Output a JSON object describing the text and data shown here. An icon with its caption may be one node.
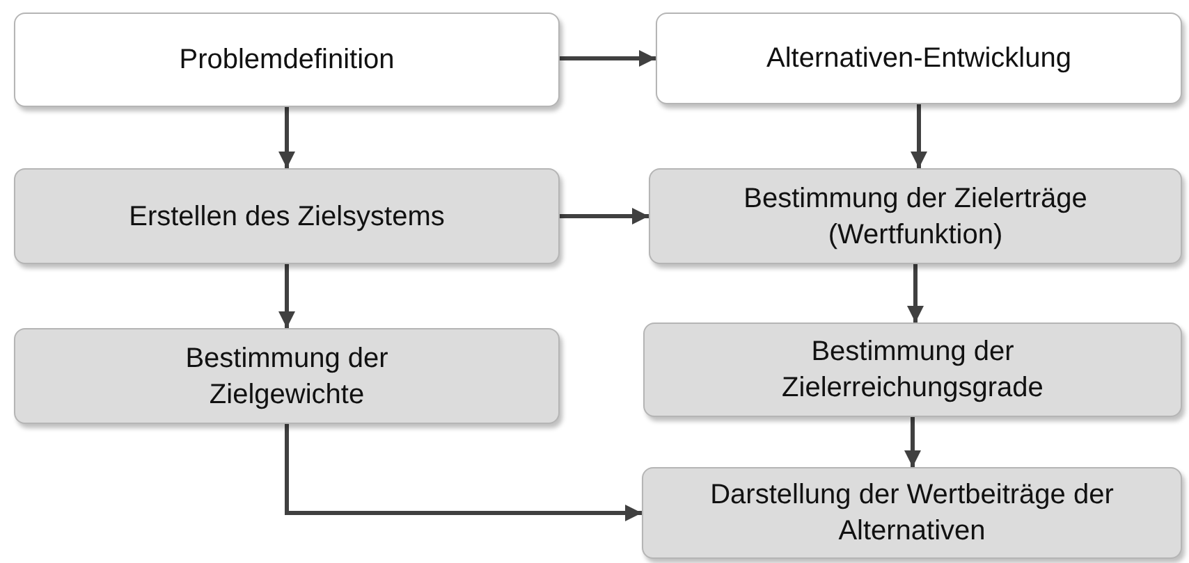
{
  "diagram": {
    "nodes": [
      {
        "text": [
          "Problemdefinition"
        ]
      },
      {
        "text": [
          "Alternativen-Entwicklung"
        ]
      },
      {
        "text": [
          "Erstellen des Zielsystems"
        ]
      },
      {
        "text": [
          "Bestimmung der Zielerträge (Wertfunktion)"
        ]
      },
      {
        "text": [
          "Bestimmung der Zielgewichte"
        ]
      },
      {
        "text": [
          "Bestimmung der Zielerreichungsgrade"
        ]
      },
      {
        "text": [
          "Darstellung der Wertbeiträge der Alternativen"
        ]
      }
    ],
    "edges": [
      {
        "from": 0,
        "to": 1,
        "arrow": "to"
      },
      {
        "from": 0,
        "to": 2,
        "arrow": "to"
      },
      {
        "from": 1,
        "to": 3,
        "arrow": "to"
      },
      {
        "from": 2,
        "to": 3,
        "arrow": "to"
      },
      {
        "from": 2,
        "to": 4,
        "arrow": "to"
      },
      {
        "from": 3,
        "to": 5,
        "arrow": "to"
      },
      {
        "from": 5,
        "to": 6,
        "arrow": "to"
      },
      {
        "from": 4,
        "to": 6,
        "arrow": "to"
      }
    ]
  }
}
